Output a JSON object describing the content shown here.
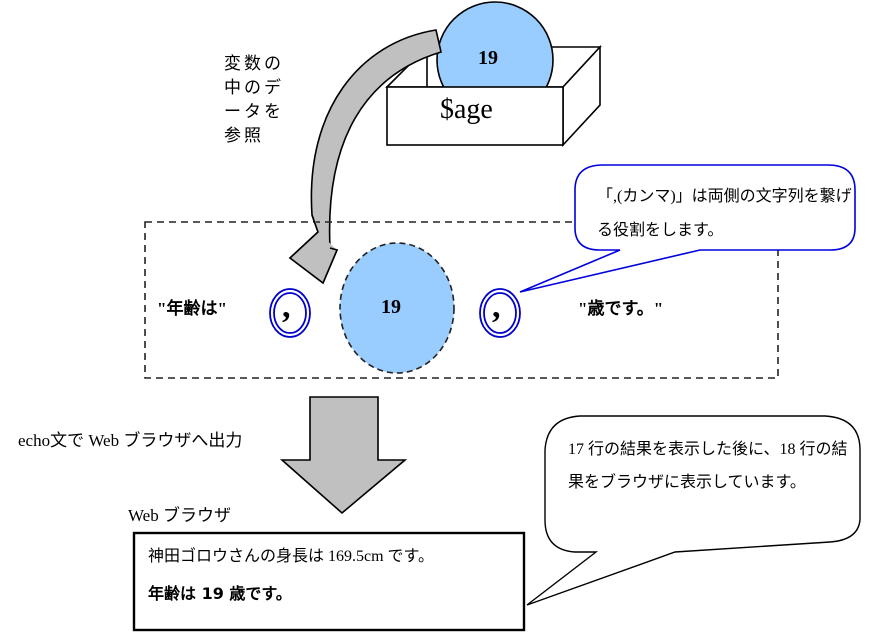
{
  "variable_box": {
    "name": "$age",
    "value": "19"
  },
  "reference_label": "変数の中のデータを参照",
  "concatenation": {
    "left_string": "\"年齢は\"",
    "comma_left": ",",
    "value": "19",
    "comma_right": ",",
    "right_string": "\"歳です。\""
  },
  "comma_callout": {
    "text": "「,(カンマ)」は両側の文字列を繋げる役割をします。"
  },
  "echo_label": "echo文で Web ブラウザへ出力",
  "browser": {
    "label": "Web ブラウザ",
    "line1": "神田ゴロウさんの身長は 169.5cm です。",
    "line2": "年齢は 19 歳です。"
  },
  "result_callout": {
    "text": "17 行の結果を表示した後に、18 行の結果をブラウザに表示しています。"
  },
  "colors": {
    "value_fill": "#99ccff",
    "arrow_fill": "#c0c0c0",
    "callout_stroke": "#0000dd",
    "comma_ring": "#0000cc"
  }
}
